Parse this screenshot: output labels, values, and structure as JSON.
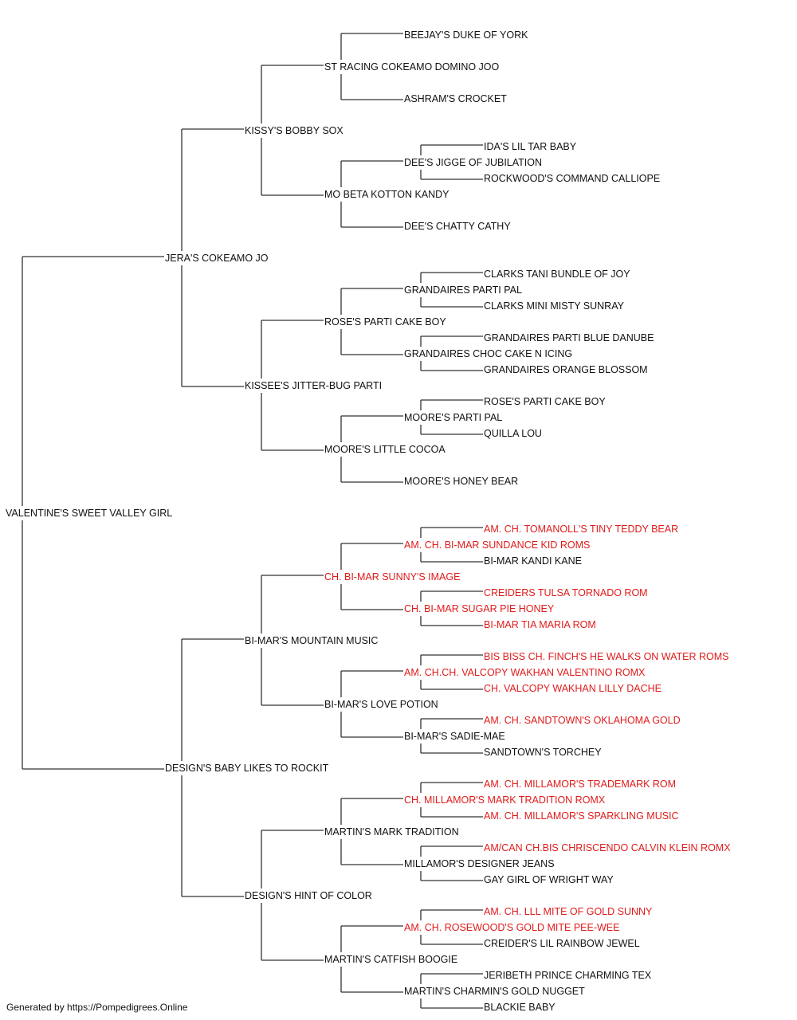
{
  "colors": {
    "line": "#333333",
    "text": "#111111",
    "champion": "#e01b1b"
  },
  "footer": "Generated by https://Pompedigrees.Online",
  "pedigree": {
    "name": "VALENTINE'S SWEET VALLEY GIRL",
    "champion": false,
    "sire": {
      "name": "JERA'S COKEAMO JO",
      "champion": false,
      "sire": {
        "name": "KISSY'S BOBBY SOX",
        "champion": false,
        "sire": {
          "name": "ST RACING COKEAMO DOMINO JOO",
          "champion": false,
          "sire": {
            "name": "BEEJAY'S DUKE OF YORK",
            "champion": false
          },
          "dam": {
            "name": "ASHRAM'S CROCKET",
            "champion": false
          }
        },
        "dam": {
          "name": "MO BETA KOTTON KANDY",
          "champion": false,
          "sire": {
            "name": "DEE'S JIGGE OF JUBILATION",
            "champion": false,
            "sire": {
              "name": "IDA'S LIL TAR BABY",
              "champion": false
            },
            "dam": {
              "name": "ROCKWOOD'S COMMAND CALLIOPE",
              "champion": false
            }
          },
          "dam": {
            "name": "DEE'S CHATTY CATHY",
            "champion": false
          }
        }
      },
      "dam": {
        "name": "KISSEE'S JITTER-BUG PARTI",
        "champion": false,
        "sire": {
          "name": "ROSE'S PARTI CAKE BOY",
          "champion": false,
          "sire": {
            "name": "GRANDAIRES PARTI PAL",
            "champion": false,
            "sire": {
              "name": "CLARKS TANI BUNDLE OF JOY",
              "champion": false
            },
            "dam": {
              "name": "CLARKS MINI MISTY SUNRAY",
              "champion": false
            }
          },
          "dam": {
            "name": "GRANDAIRES CHOC CAKE N ICING",
            "champion": false,
            "sire": {
              "name": "GRANDAIRES PARTI BLUE DANUBE",
              "champion": false
            },
            "dam": {
              "name": "GRANDAIRES ORANGE BLOSSOM",
              "champion": false
            }
          }
        },
        "dam": {
          "name": "MOORE'S LITTLE COCOA",
          "champion": false,
          "sire": {
            "name": "MOORE'S PARTI PAL",
            "champion": false,
            "sire": {
              "name": "ROSE'S PARTI CAKE BOY",
              "champion": false
            },
            "dam": {
              "name": "QUILLA LOU",
              "champion": false
            }
          },
          "dam": {
            "name": "MOORE'S HONEY BEAR",
            "champion": false
          }
        }
      }
    },
    "dam": {
      "name": "DESIGN'S BABY LIKES TO ROCKIT",
      "champion": false,
      "sire": {
        "name": "BI-MAR'S MOUNTAIN MUSIC",
        "champion": false,
        "sire": {
          "name": "CH. BI-MAR SUNNY'S IMAGE",
          "champion": true,
          "sire": {
            "name": "AM. CH. BI-MAR SUNDANCE KID ROMS",
            "champion": true,
            "sire": {
              "name": "AM. CH. TOMANOLL'S TINY TEDDY BEAR",
              "champion": true
            },
            "dam": {
              "name": "BI-MAR KANDI KANE",
              "champion": false
            }
          },
          "dam": {
            "name": "CH. BI-MAR SUGAR PIE HONEY",
            "champion": true,
            "sire": {
              "name": "CREIDERS TULSA TORNADO ROM",
              "champion": true
            },
            "dam": {
              "name": "BI-MAR TIA MARIA ROM",
              "champion": true
            }
          }
        },
        "dam": {
          "name": "BI-MAR'S LOVE POTION",
          "champion": false,
          "sire": {
            "name": "AM. CH.CH. VALCOPY WAKHAN VALENTINO ROMX",
            "champion": true,
            "sire": {
              "name": "BIS BISS CH. FINCH'S HE WALKS ON WATER ROMS",
              "champion": true
            },
            "dam": {
              "name": "CH. VALCOPY WAKHAN LILLY DACHE",
              "champion": true
            }
          },
          "dam": {
            "name": "BI-MAR'S SADIE-MAE",
            "champion": false,
            "sire": {
              "name": "AM. CH. SANDTOWN'S OKLAHOMA GOLD",
              "champion": true
            },
            "dam": {
              "name": "SANDTOWN'S TORCHEY",
              "champion": false
            }
          }
        }
      },
      "dam": {
        "name": "DESIGN'S HINT OF COLOR",
        "champion": false,
        "sire": {
          "name": "MARTIN'S MARK TRADITION",
          "champion": false,
          "sire": {
            "name": "CH. MILLAMOR'S MARK TRADITION ROMX",
            "champion": true,
            "sire": {
              "name": "AM. CH. MILLAMOR'S TRADEMARK ROM",
              "champion": true
            },
            "dam": {
              "name": "AM. CH. MILLAMOR'S SPARKLING MUSIC",
              "champion": true
            }
          },
          "dam": {
            "name": "MILLAMOR'S DESIGNER JEANS",
            "champion": false,
            "sire": {
              "name": "AM/CAN CH.BIS CHRISCENDO CALVIN KLEIN ROMX",
              "champion": true
            },
            "dam": {
              "name": "GAY GIRL OF WRIGHT WAY",
              "champion": false
            }
          }
        },
        "dam": {
          "name": "MARTIN'S CATFISH BOOGIE",
          "champion": false,
          "sire": {
            "name": "AM. CH. ROSEWOOD'S GOLD MITE PEE-WEE",
            "champion": true,
            "sire": {
              "name": "AM. CH. LLL MITE OF GOLD SUNNY",
              "champion": true
            },
            "dam": {
              "name": "CREIDER'S LIL RAINBOW JEWEL",
              "champion": false
            }
          },
          "dam": {
            "name": "MARTIN'S CHARMIN'S GOLD NUGGET",
            "champion": false,
            "sire": {
              "name": "JERIBETH PRINCE CHARMING TEX",
              "champion": false
            },
            "dam": {
              "name": "BLACKIE BABY",
              "champion": false
            }
          }
        }
      }
    }
  }
}
